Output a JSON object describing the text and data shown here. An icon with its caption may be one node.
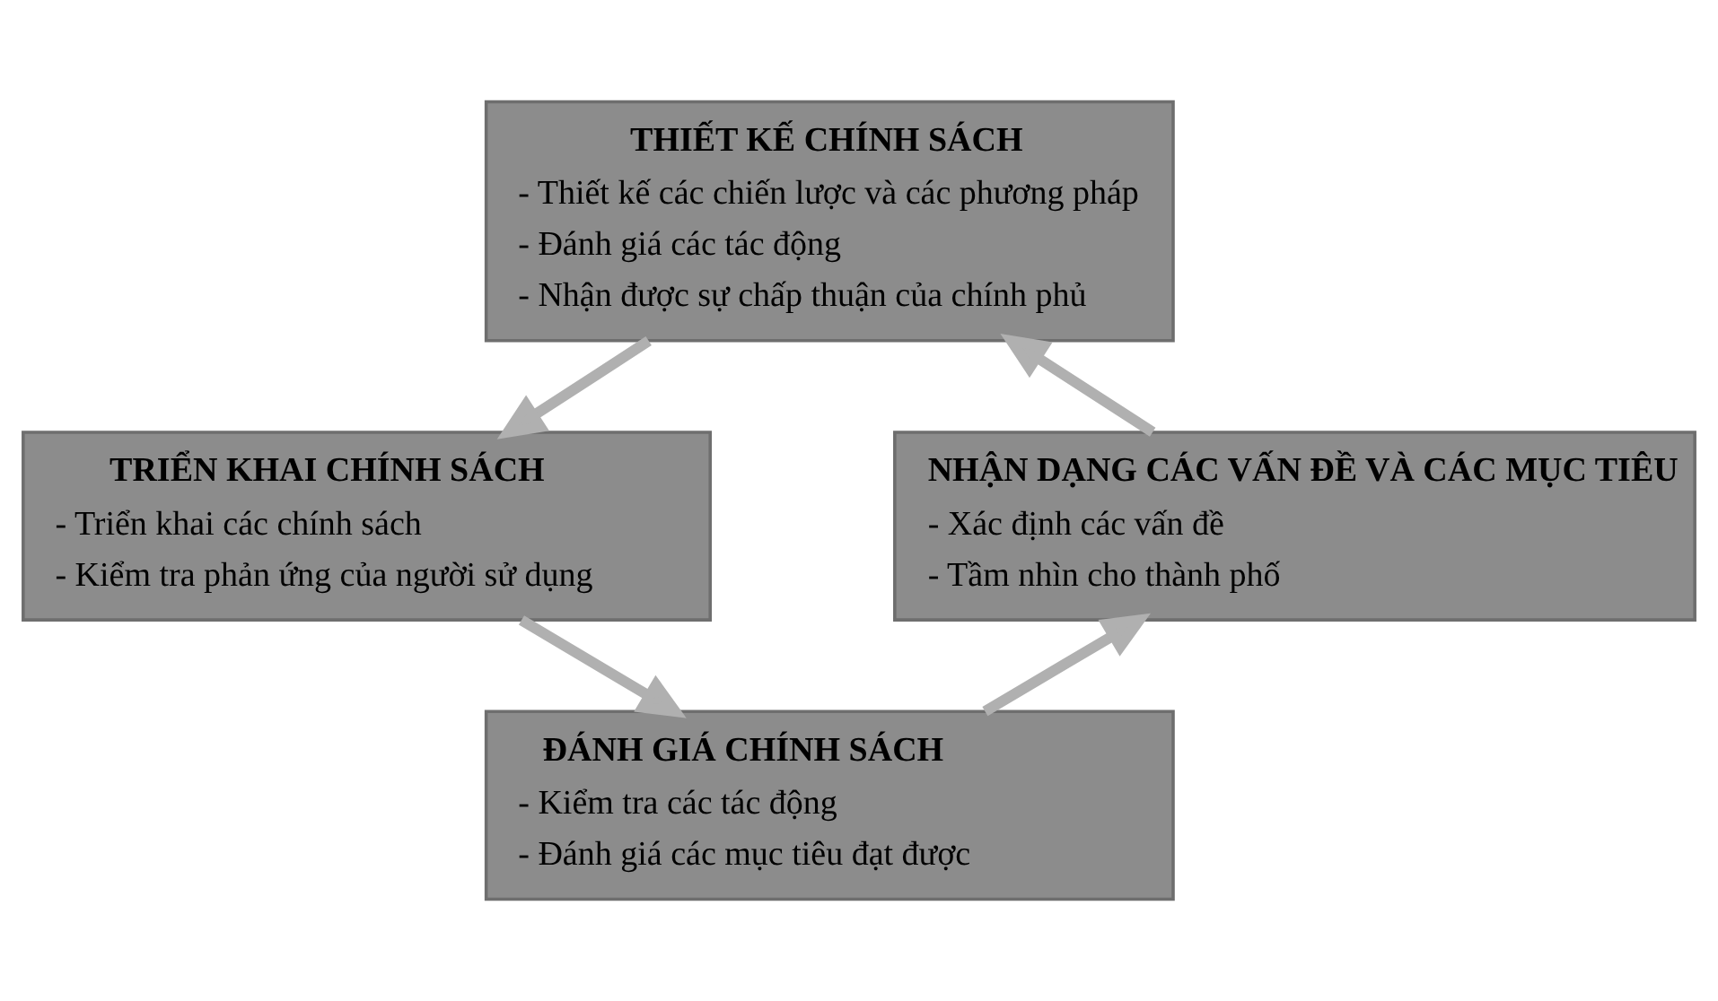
{
  "diagram": {
    "nodes": [
      {
        "text": [
          "THIẾT KẾ CHÍNH SÁCH",
          "- Thiết kế các chiến lược và các phương pháp",
          "- Đánh giá các tác động",
          "- Nhận được sự chấp thuận của chính phủ"
        ]
      },
      {
        "text": [
          "TRIỂN KHAI CHÍNH SÁCH",
          "- Triển khai các chính sách",
          "- Kiểm tra phản ứng của người sử dụng"
        ]
      },
      {
        "text": [
          "ĐÁNH GIÁ CHÍNH SÁCH",
          "- Kiểm tra các tác động",
          "- Đánh giá các mục tiêu đạt được"
        ]
      },
      {
        "text": [
          "NHẬN DẠNG CÁC VẤN ĐỀ VÀ CÁC MỤC TIÊU",
          "- Xác định các vấn đề",
          "- Tầm nhìn cho thành phố"
        ]
      }
    ],
    "edges": [
      {
        "from": 0,
        "to": 1,
        "arrow": "to"
      },
      {
        "from": 1,
        "to": 2,
        "arrow": "to"
      },
      {
        "from": 2,
        "to": 3,
        "arrow": "to"
      },
      {
        "from": 3,
        "to": 0,
        "arrow": "to"
      }
    ]
  }
}
